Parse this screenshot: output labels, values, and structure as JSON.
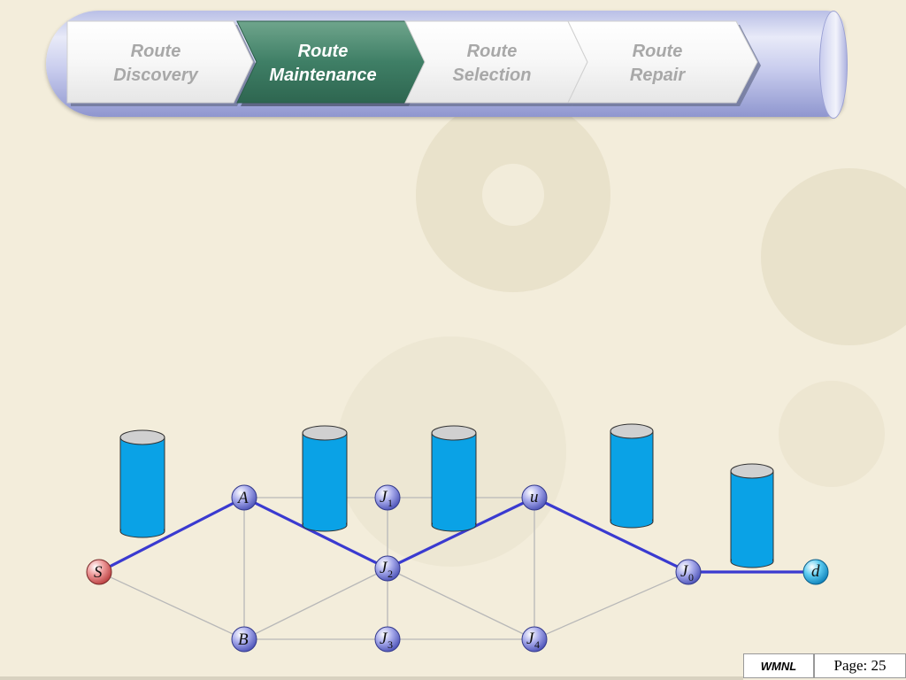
{
  "process_steps": [
    {
      "label": "Route\nDiscovery",
      "active": false
    },
    {
      "label": "Route\nMaintenance",
      "active": true
    },
    {
      "label": "Route\nSelection",
      "active": false
    },
    {
      "label": "Route\nRepair",
      "active": false
    }
  ],
  "nodes": {
    "S": {
      "letter": "S",
      "sub": ""
    },
    "A": {
      "letter": "A",
      "sub": ""
    },
    "B": {
      "letter": "B",
      "sub": ""
    },
    "J1": {
      "letter": "J",
      "sub": "1"
    },
    "J2": {
      "letter": "J",
      "sub": "2"
    },
    "J3": {
      "letter": "J",
      "sub": "3"
    },
    "J4": {
      "letter": "J",
      "sub": "4"
    },
    "u": {
      "letter": "u",
      "sub": ""
    },
    "J0": {
      "letter": "J",
      "sub": "0"
    },
    "d": {
      "letter": "d",
      "sub": ""
    }
  },
  "footer": {
    "org": "WMNL",
    "page": "Page: 25"
  },
  "colors": {
    "active_step": "#3f7f66",
    "route_line": "#3a3ad0",
    "buffer_fill": "#0aa2e6",
    "node_default": "#8a8fd8",
    "node_source": "#e07878",
    "node_dest": "#34b4e8"
  }
}
